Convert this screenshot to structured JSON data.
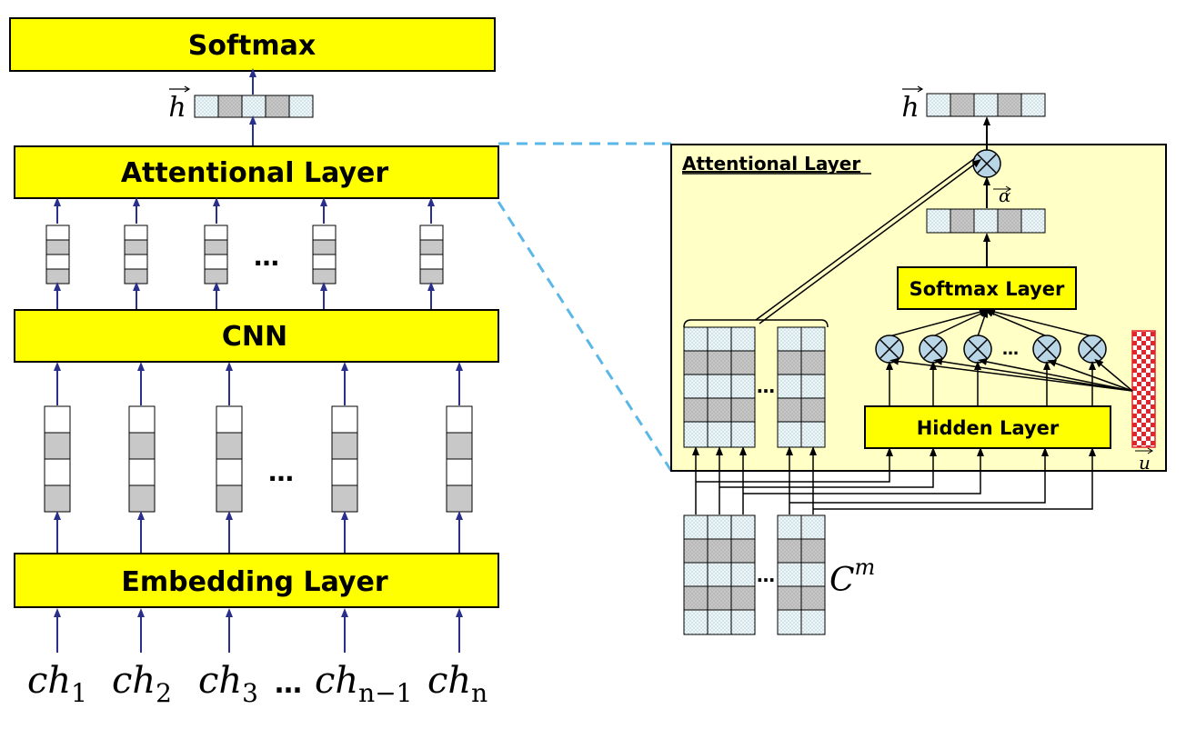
{
  "left": {
    "softmax_label": "Softmax",
    "attention_label": "Attentional Layer",
    "cnn_label": "CNN",
    "embedding_label": "Embedding Layer",
    "h_label": "h",
    "ellipsis": "…",
    "inputs": [
      {
        "base": "ch",
        "sub": "1"
      },
      {
        "base": "ch",
        "sub": "2"
      },
      {
        "base": "ch",
        "sub": "3"
      },
      {
        "base": "ch",
        "sub": "n−1"
      },
      {
        "base": "ch",
        "sub": "n"
      }
    ],
    "input_ellipsis": "…"
  },
  "right": {
    "panel_title": "Attentional Layer",
    "softmax_layer_label": "Softmax Layer",
    "hidden_layer_label": "Hidden Layer",
    "h_label": "h",
    "alpha_label": "α",
    "u_label": "u",
    "c_label": "C",
    "c_sup": "m",
    "ellipsis": "…"
  },
  "colors": {
    "box_fill": "#ffff00",
    "panel_fill": "#ffffc6",
    "arrow_blue": "#2b2f8c",
    "dashed_blue": "#5bb7e6",
    "cell_gray": "#c8c8c8",
    "cell_dot": "#e8f2f4",
    "checker_red": "#e0262c"
  }
}
